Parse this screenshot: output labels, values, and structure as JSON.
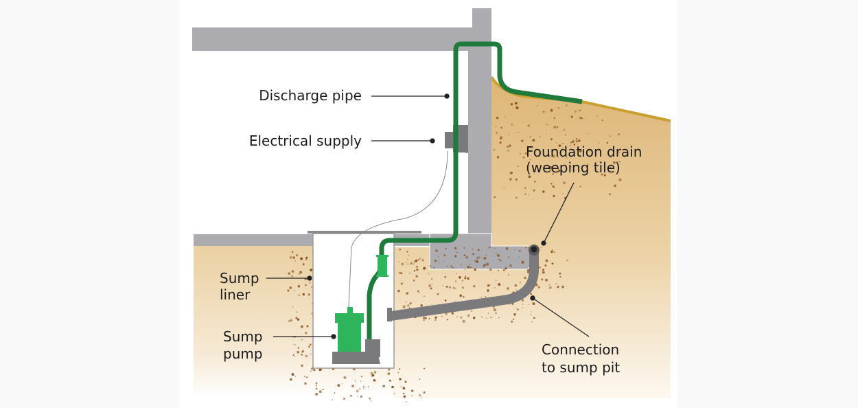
{
  "title": "Sump pump system cross-section",
  "labels": {
    "discharge_pipe": "Discharge pipe",
    "electrical_supply": "Electrical supply",
    "foundation_drain_line1": "Foundation drain",
    "foundation_drain_line2": "(weeping tile)",
    "sump_liner_line1": "Sump",
    "sump_liner_line2": "liner",
    "sump_pump_line1": "Sump",
    "sump_pump_line2": "pump",
    "connection_line1": "Connection",
    "connection_line2": "to sump pit"
  },
  "colors": {
    "concrete": "#acacb0",
    "pipe_green": "#1f7a3c",
    "pump_green": "#2eb45a",
    "drain_gray": "#7a7a7c",
    "soil_top": "#e0b878",
    "soil_bottom": "#fbf3e6",
    "soil_edge": "#c9a030",
    "dots": "#8a5420",
    "text": "#1c1c1c"
  }
}
